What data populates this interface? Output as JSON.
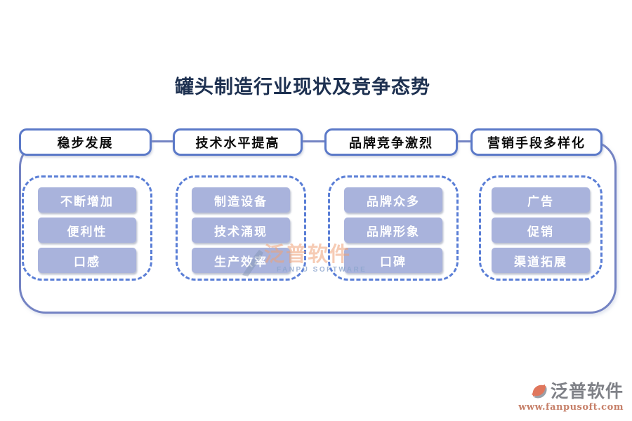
{
  "title": "罐头制造行业现状及竞争态势",
  "columns": [
    {
      "header": "稳步发展",
      "items": [
        "不断增加",
        "便利性",
        "口感"
      ]
    },
    {
      "header": "技术水平提高",
      "items": [
        "制造设备",
        "技术涌现",
        "生产效率"
      ]
    },
    {
      "header": "品牌竞争激烈",
      "items": [
        "品牌众多",
        "品牌形象",
        "口碑"
      ]
    },
    {
      "header": "营销手段多样化",
      "items": [
        "广告",
        "促销",
        "渠道拓展"
      ]
    }
  ],
  "watermark": {
    "name": "泛普软件",
    "subtitle": "FANPU SOFTWARE"
  },
  "logo": {
    "name": "泛普软件",
    "url": "www.fanpusoft.com"
  },
  "colors": {
    "title_text": "#1d3050",
    "header_border": "#5b79c8",
    "container_border": "#7483c3",
    "group_dashed_border": "#5a7ed6",
    "item_fill": "#a9b3dc",
    "item_text": "#ffffff",
    "logo_name": "#7f8187",
    "logo_url": "#c67f68",
    "logo_coral": "#e0765c",
    "logo_gray": "#9aa0a8"
  }
}
